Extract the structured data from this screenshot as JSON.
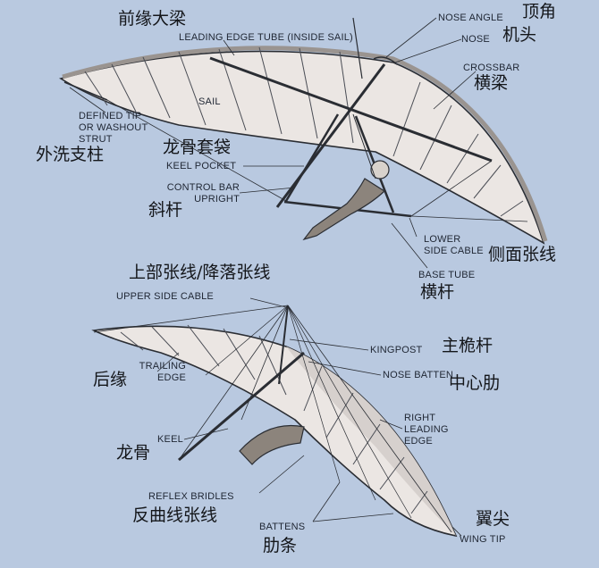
{
  "diagram": {
    "top_glider": {
      "labels_en": {
        "leading_edge_tube": "LEADING EDGE TUBE (INSIDE SAIL)",
        "nose_angle": "NOSE ANGLE",
        "nose": "NOSE",
        "crossbar": "CROSSBAR",
        "sail": "SAIL",
        "defined_tip": "DEFINED TIP\nOR WASHOUT\nSTRUT",
        "keel_pocket": "KEEL POCKET",
        "control_bar_upright": "CONTROL BAR\nUPRIGHT",
        "lower_side_cable": "LOWER\nSIDE CABLE",
        "base_tube": "BASE TUBE"
      },
      "labels_cn": {
        "leading_edge_tube": "前缘大梁",
        "nose_angle": "顶角",
        "nose": "机头",
        "crossbar": "横梁",
        "defined_tip": "外洗支柱",
        "keel_pocket": "龙骨套袋",
        "control_bar_upright": "斜杆",
        "lower_side_cable": "侧面张线",
        "base_tube": "横杆"
      }
    },
    "bottom_glider": {
      "labels_en": {
        "upper_side_cable": "UPPER SIDE CABLE",
        "kingpost": "KINGPOST",
        "trailing_edge": "TRAILING\nEDGE",
        "nose_batten": "NOSE BATTEN",
        "keel": "KEEL",
        "right_leading_edge": "RIGHT\nLEADING\nEDGE",
        "reflex_bridles": "REFLEX BRIDLES",
        "battens": "BATTENS",
        "wing_tip": "WING TIP"
      },
      "labels_cn": {
        "upper_side_cable": "上部张线/降落张线",
        "kingpost": "主桅杆",
        "trailing_edge": "后缘",
        "nose_batten": "中心肋",
        "keel": "龙骨",
        "reflex_bridles": "反曲线张线",
        "battens": "肋条",
        "wing_tip": "翼尖"
      }
    },
    "colors": {
      "background": "#b9c9e0",
      "sail": "#ebe6e3",
      "sail_shade": "#d6d0cd",
      "line": "#2a2d33"
    }
  }
}
